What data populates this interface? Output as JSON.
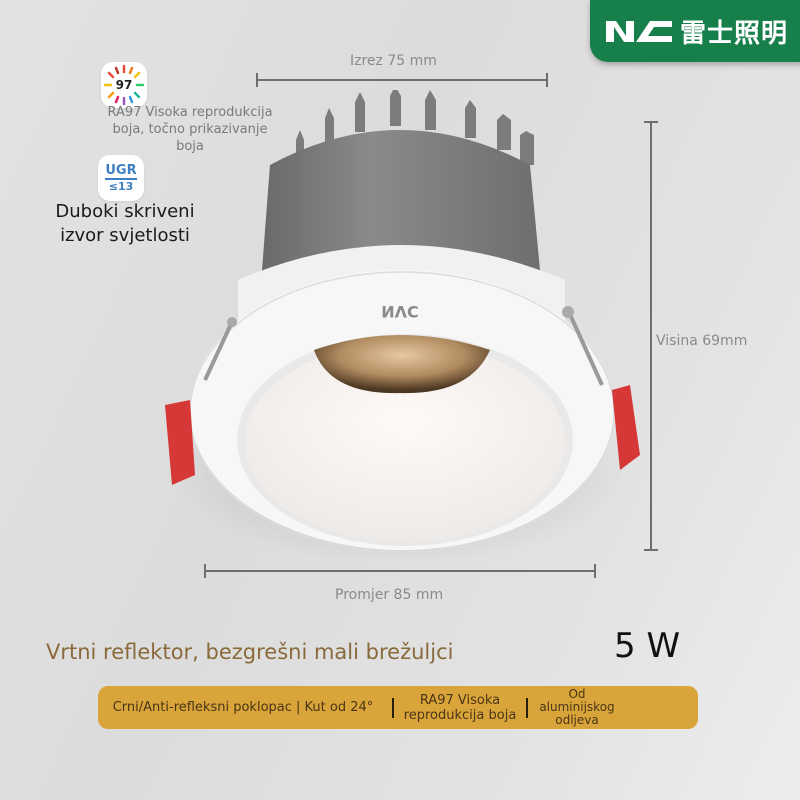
{
  "brand": {
    "logo_text": "NVC",
    "chinese_name": "雷士照明",
    "color": "#17804a"
  },
  "badges": [
    {
      "icon": "ra97-color-rendering-icon",
      "icon_text": "97",
      "label": "RA97 Visoka reprodukcija boja, točno prikazivanje boja"
    },
    {
      "icon": "ugr-glare-icon",
      "icon_text_top": "UGR",
      "icon_text_bottom": "≤13",
      "label": "Duboki skriveni izvor svjetlosti"
    }
  ],
  "dimensions": {
    "cutout": "Izrez 75 mm",
    "height": "Visina 69mm",
    "diameter": "Promjer 85 mm"
  },
  "product": {
    "title": "Vrtni reflektor, bezgrešni mali brežuljci",
    "power": "5 W",
    "body_logo": "NVC",
    "title_color": "#8a6a3a"
  },
  "features": [
    "Crni/Anti-refleksni poklopac | Kut od 24°",
    "RA97 Visoka reprodukcija boja",
    "Od aluminijskog odljeva"
  ],
  "feature_bar_color": "#d9a53a"
}
